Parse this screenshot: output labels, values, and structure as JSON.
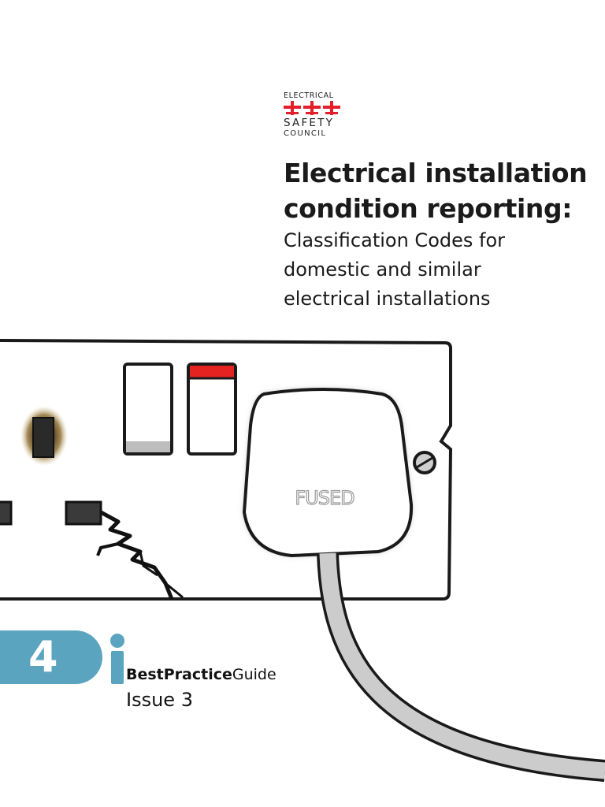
{
  "logo": {
    "line1": "ELECTRICAL",
    "line2": "SAFETY",
    "line3": "COUNCIL",
    "icon": "triple-cross-logo-icon",
    "color": "#e31f2b"
  },
  "title": {
    "line1": "Electrical installation",
    "line2": "condition reporting:"
  },
  "subtitle": {
    "line1": "Classification Codes for",
    "line2": "domestic and similar",
    "line3": "electrical installations"
  },
  "illustration": {
    "plug_label": "FUSED",
    "switch_indicator_color": "#e52421"
  },
  "series": {
    "number": "4",
    "badge_color": "#5ba4bf",
    "guide_bold": "BestPractice",
    "guide_regular": "Guide",
    "issue": "Issue 3"
  }
}
